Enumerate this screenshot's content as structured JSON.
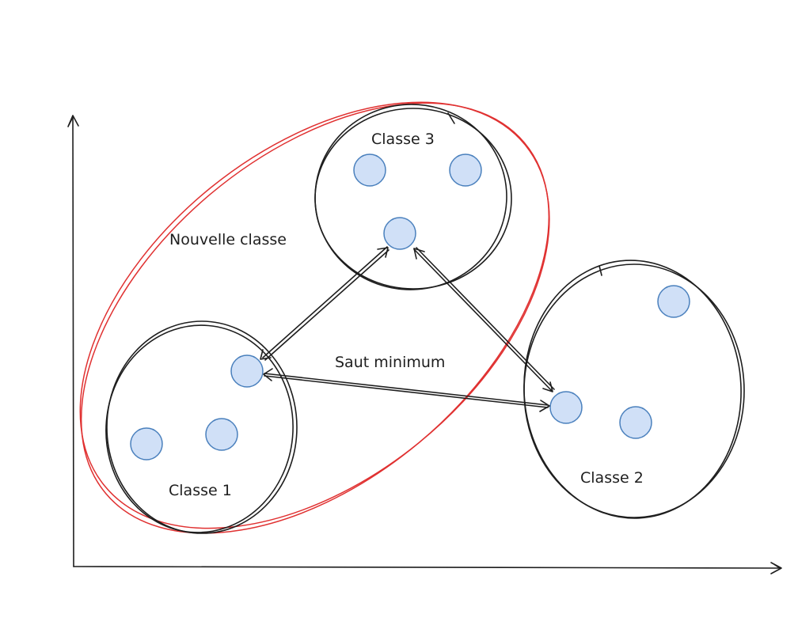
{
  "labels": {
    "new_class": "Nouvelle classe",
    "class_3": "Classe 3",
    "class_1": "Classe 1",
    "class_2": "Classe 2",
    "min_jump": "Saut minimum"
  },
  "colors": {
    "ink": "#1e1e1e",
    "merge_outline": "#e03131",
    "point_fill": "#d0e0f7",
    "point_stroke": "#4a80bd"
  }
}
